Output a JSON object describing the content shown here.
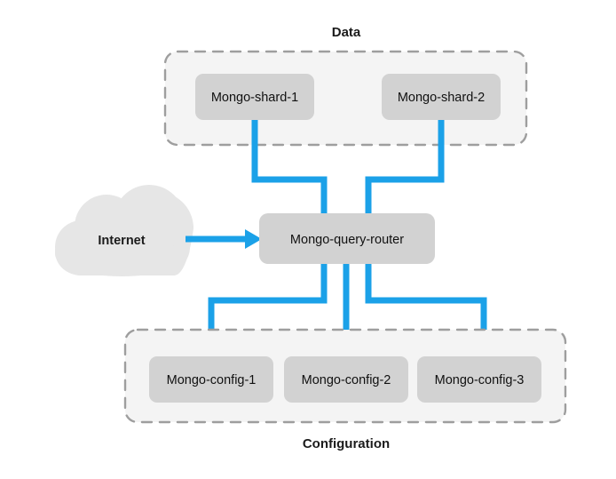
{
  "diagram": {
    "title_data_group": "Data",
    "title_config_group": "Configuration",
    "colors": {
      "connector_blue": "#1ba1e8",
      "node_fill": "#d2d2d2",
      "group_fill": "#f4f4f4",
      "group_border": "#9e9e9e",
      "cloud_fill": "#e6e6e6",
      "canvas": "#ffffff",
      "text": "#111111"
    },
    "cloud": {
      "label": "Internet"
    },
    "router": {
      "label": "Mongo-query-router"
    },
    "data_group": {
      "label": "Data",
      "nodes": [
        {
          "label": "Mongo-shard-1"
        },
        {
          "label": "Mongo-shard-2"
        }
      ]
    },
    "config_group": {
      "label": "Configuration",
      "nodes": [
        {
          "label": "Mongo-config-1"
        },
        {
          "label": "Mongo-config-2"
        },
        {
          "label": "Mongo-config-3"
        }
      ]
    },
    "connections": [
      {
        "from": "Internet",
        "to": "Mongo-query-router",
        "arrow": true
      },
      {
        "from": "Mongo-shard-1",
        "to": "Mongo-query-router",
        "arrow": false
      },
      {
        "from": "Mongo-shard-2",
        "to": "Mongo-query-router",
        "arrow": false
      },
      {
        "from": "Mongo-query-router",
        "to": "Mongo-config-1",
        "arrow": false
      },
      {
        "from": "Mongo-query-router",
        "to": "Mongo-config-2",
        "arrow": false
      },
      {
        "from": "Mongo-query-router",
        "to": "Mongo-config-3",
        "arrow": false
      }
    ]
  }
}
